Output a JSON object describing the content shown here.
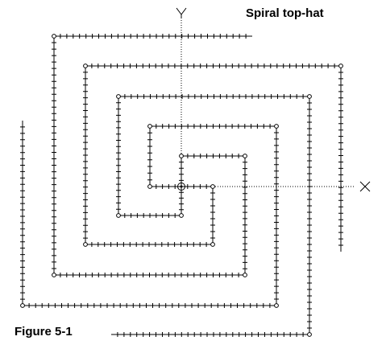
{
  "diagram": {
    "title": "Spiral top-hat",
    "caption": "Figure 5-1",
    "axis_labels": {
      "y": "Y",
      "x": "X"
    },
    "colors": {
      "line": "#000000",
      "axis": "#000000",
      "background": "#ffffff"
    }
  }
}
